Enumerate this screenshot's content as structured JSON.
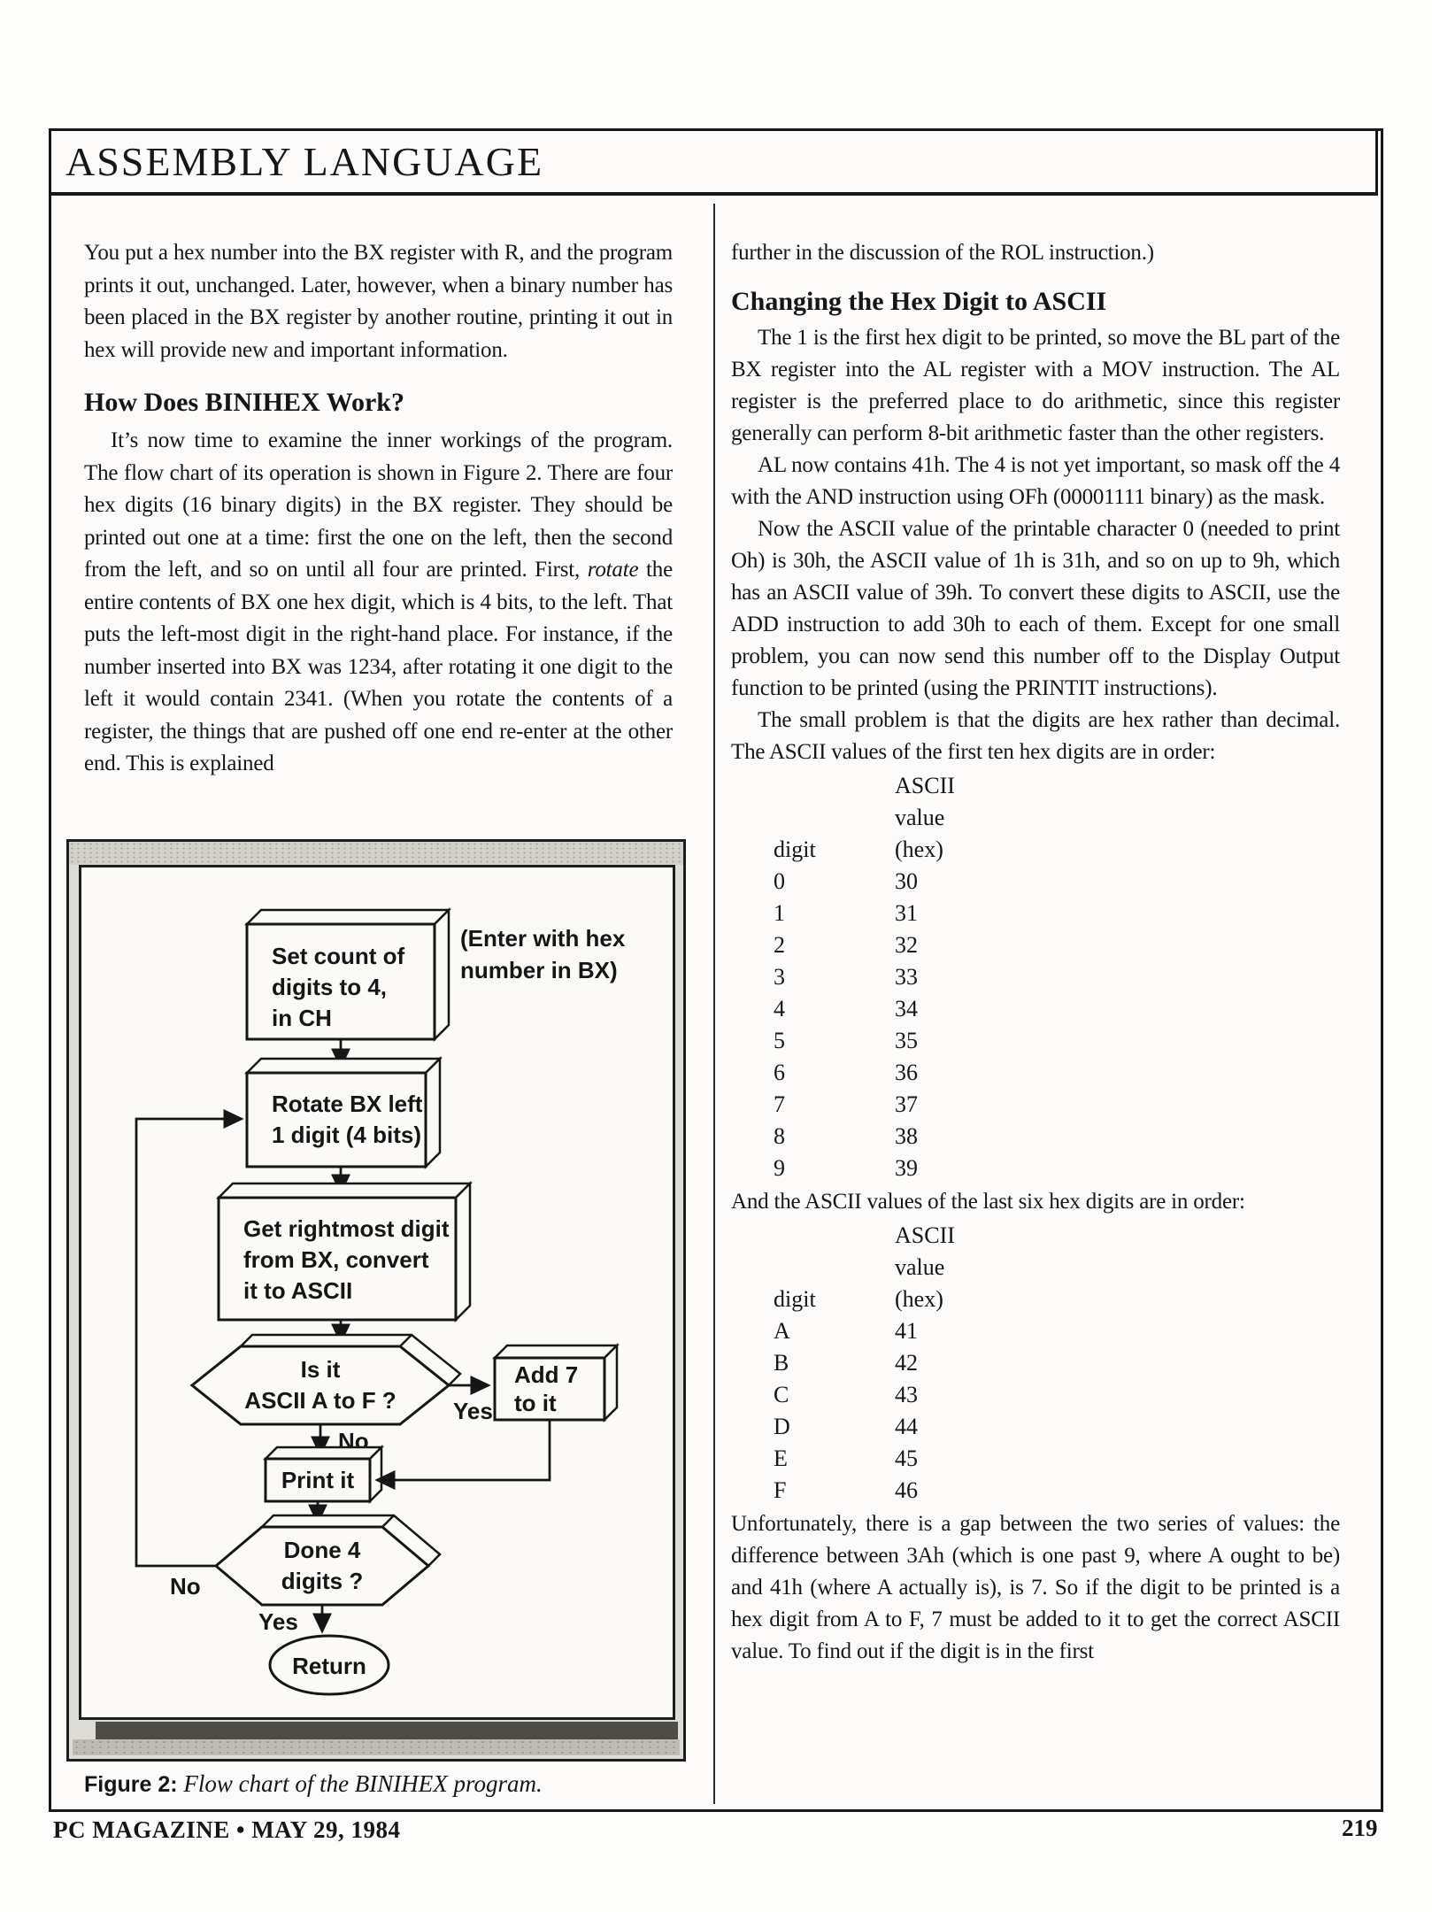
{
  "page": {
    "header_title": "ASSEMBLY LANGUAGE",
    "footer_left": "PC MAGAZINE • MAY 29, 1984",
    "footer_page": "219"
  },
  "left_column": {
    "para1": "You put a hex number into the BX register with R, and the program prints it out, unchanged. Later, however, when a binary number has been placed in the BX register by another routine, printing it out in hex will provide new and important information.",
    "heading1": "How Does BINIHEX Work?",
    "para2_a": "It’s now time to examine the inner workings of the program. The flow chart of its operation is shown in Figure 2. There are four hex digits (16 binary digits) in the BX register. They should be printed out one at a time: first the one on the left, then the second from the left, and so on until all four are printed. First, ",
    "para2_italic": "rotate",
    "para2_b": " the entire contents of BX one hex digit, which is 4 bits, to the left. That puts the left-most digit in the right-hand place. For instance, if the number inserted into BX was 1234, after rotating it one digit to the left it would contain 2341. (When you rotate the contents of a register, the things that are pushed off one end re-enter at the other end. This is explained"
  },
  "right_column": {
    "para0": "further in the discussion of the ROL instruction.)",
    "heading1": "Changing the Hex Digit to ASCII",
    "para1": "The 1 is the first hex digit to be printed, so move the BL part of the BX register into the AL register with a MOV instruction. The AL register is the preferred place to do arithmetic, since this register generally can perform 8-bit arithmetic faster than the other registers.",
    "para2": "AL now contains 41h. The 4 is not yet important, so mask off the 4 with the AND instruction using OFh (00001111 binary) as the mask.",
    "para3": "Now the ASCII value of the printable character 0 (needed to print Oh) is 30h, the ASCII value of 1h is 31h, and so on up to 9h, which has an ASCII value of 39h. To convert these digits to ASCII, use the ADD instruction to add 30h to each of them. Except for one small problem, you can now send this number off to the Display Output function to be printed (using the PRINTIT instructions).",
    "para4": "The small problem is that the digits are hex rather than decimal. The ASCII values of the first ten hex digits are in order:",
    "between_tables": "And the ASCII values of the last six hex digits are in order:",
    "para5": "Unfortunately, there is a gap between the two series of values: the difference between 3Ah (which is one past 9, where A ought to be) and 41h (where A actually is), is 7. So if the digit to be printed is a hex digit from A to F, 7 must be added to it to get the correct ASCII value. To find out if the digit is in the first"
  },
  "tables": {
    "header_col1": "digit",
    "header_col2_line1": "ASCII",
    "header_col2_line2": "value",
    "header_col2_line3": "(hex)",
    "table1_rows": [
      [
        "0",
        "30"
      ],
      [
        "1",
        "31"
      ],
      [
        "2",
        "32"
      ],
      [
        "3",
        "33"
      ],
      [
        "4",
        "34"
      ],
      [
        "5",
        "35"
      ],
      [
        "6",
        "36"
      ],
      [
        "7",
        "37"
      ],
      [
        "8",
        "38"
      ],
      [
        "9",
        "39"
      ]
    ],
    "table2_rows": [
      [
        "A",
        "41"
      ],
      [
        "B",
        "42"
      ],
      [
        "C",
        "43"
      ],
      [
        "D",
        "44"
      ],
      [
        "E",
        "45"
      ],
      [
        "F",
        "46"
      ]
    ]
  },
  "figure": {
    "caption_label": "Figure 2:",
    "caption_text": " Flow chart of the BINIHEX program.",
    "annotation": {
      "line1": "(Enter with hex",
      "line2": "number in BX)"
    },
    "nodes": {
      "set_count": [
        "Set count of",
        "digits to 4,",
        "in CH"
      ],
      "rotate": [
        "Rotate BX left",
        "1 digit (4 bits)"
      ],
      "get_digit": [
        "Get rightmost digit",
        "from BX, convert",
        "it to ASCII"
      ],
      "is_ascii": [
        "Is it",
        "ASCII A to F ?"
      ],
      "add7": [
        "Add 7",
        "to it"
      ],
      "print_it": "Print it",
      "done": [
        "Done 4",
        "digits ?"
      ],
      "return": "Return"
    },
    "labels": {
      "yes1": "Yes",
      "no1": "No",
      "no2": "No",
      "yes2": "Yes"
    }
  }
}
